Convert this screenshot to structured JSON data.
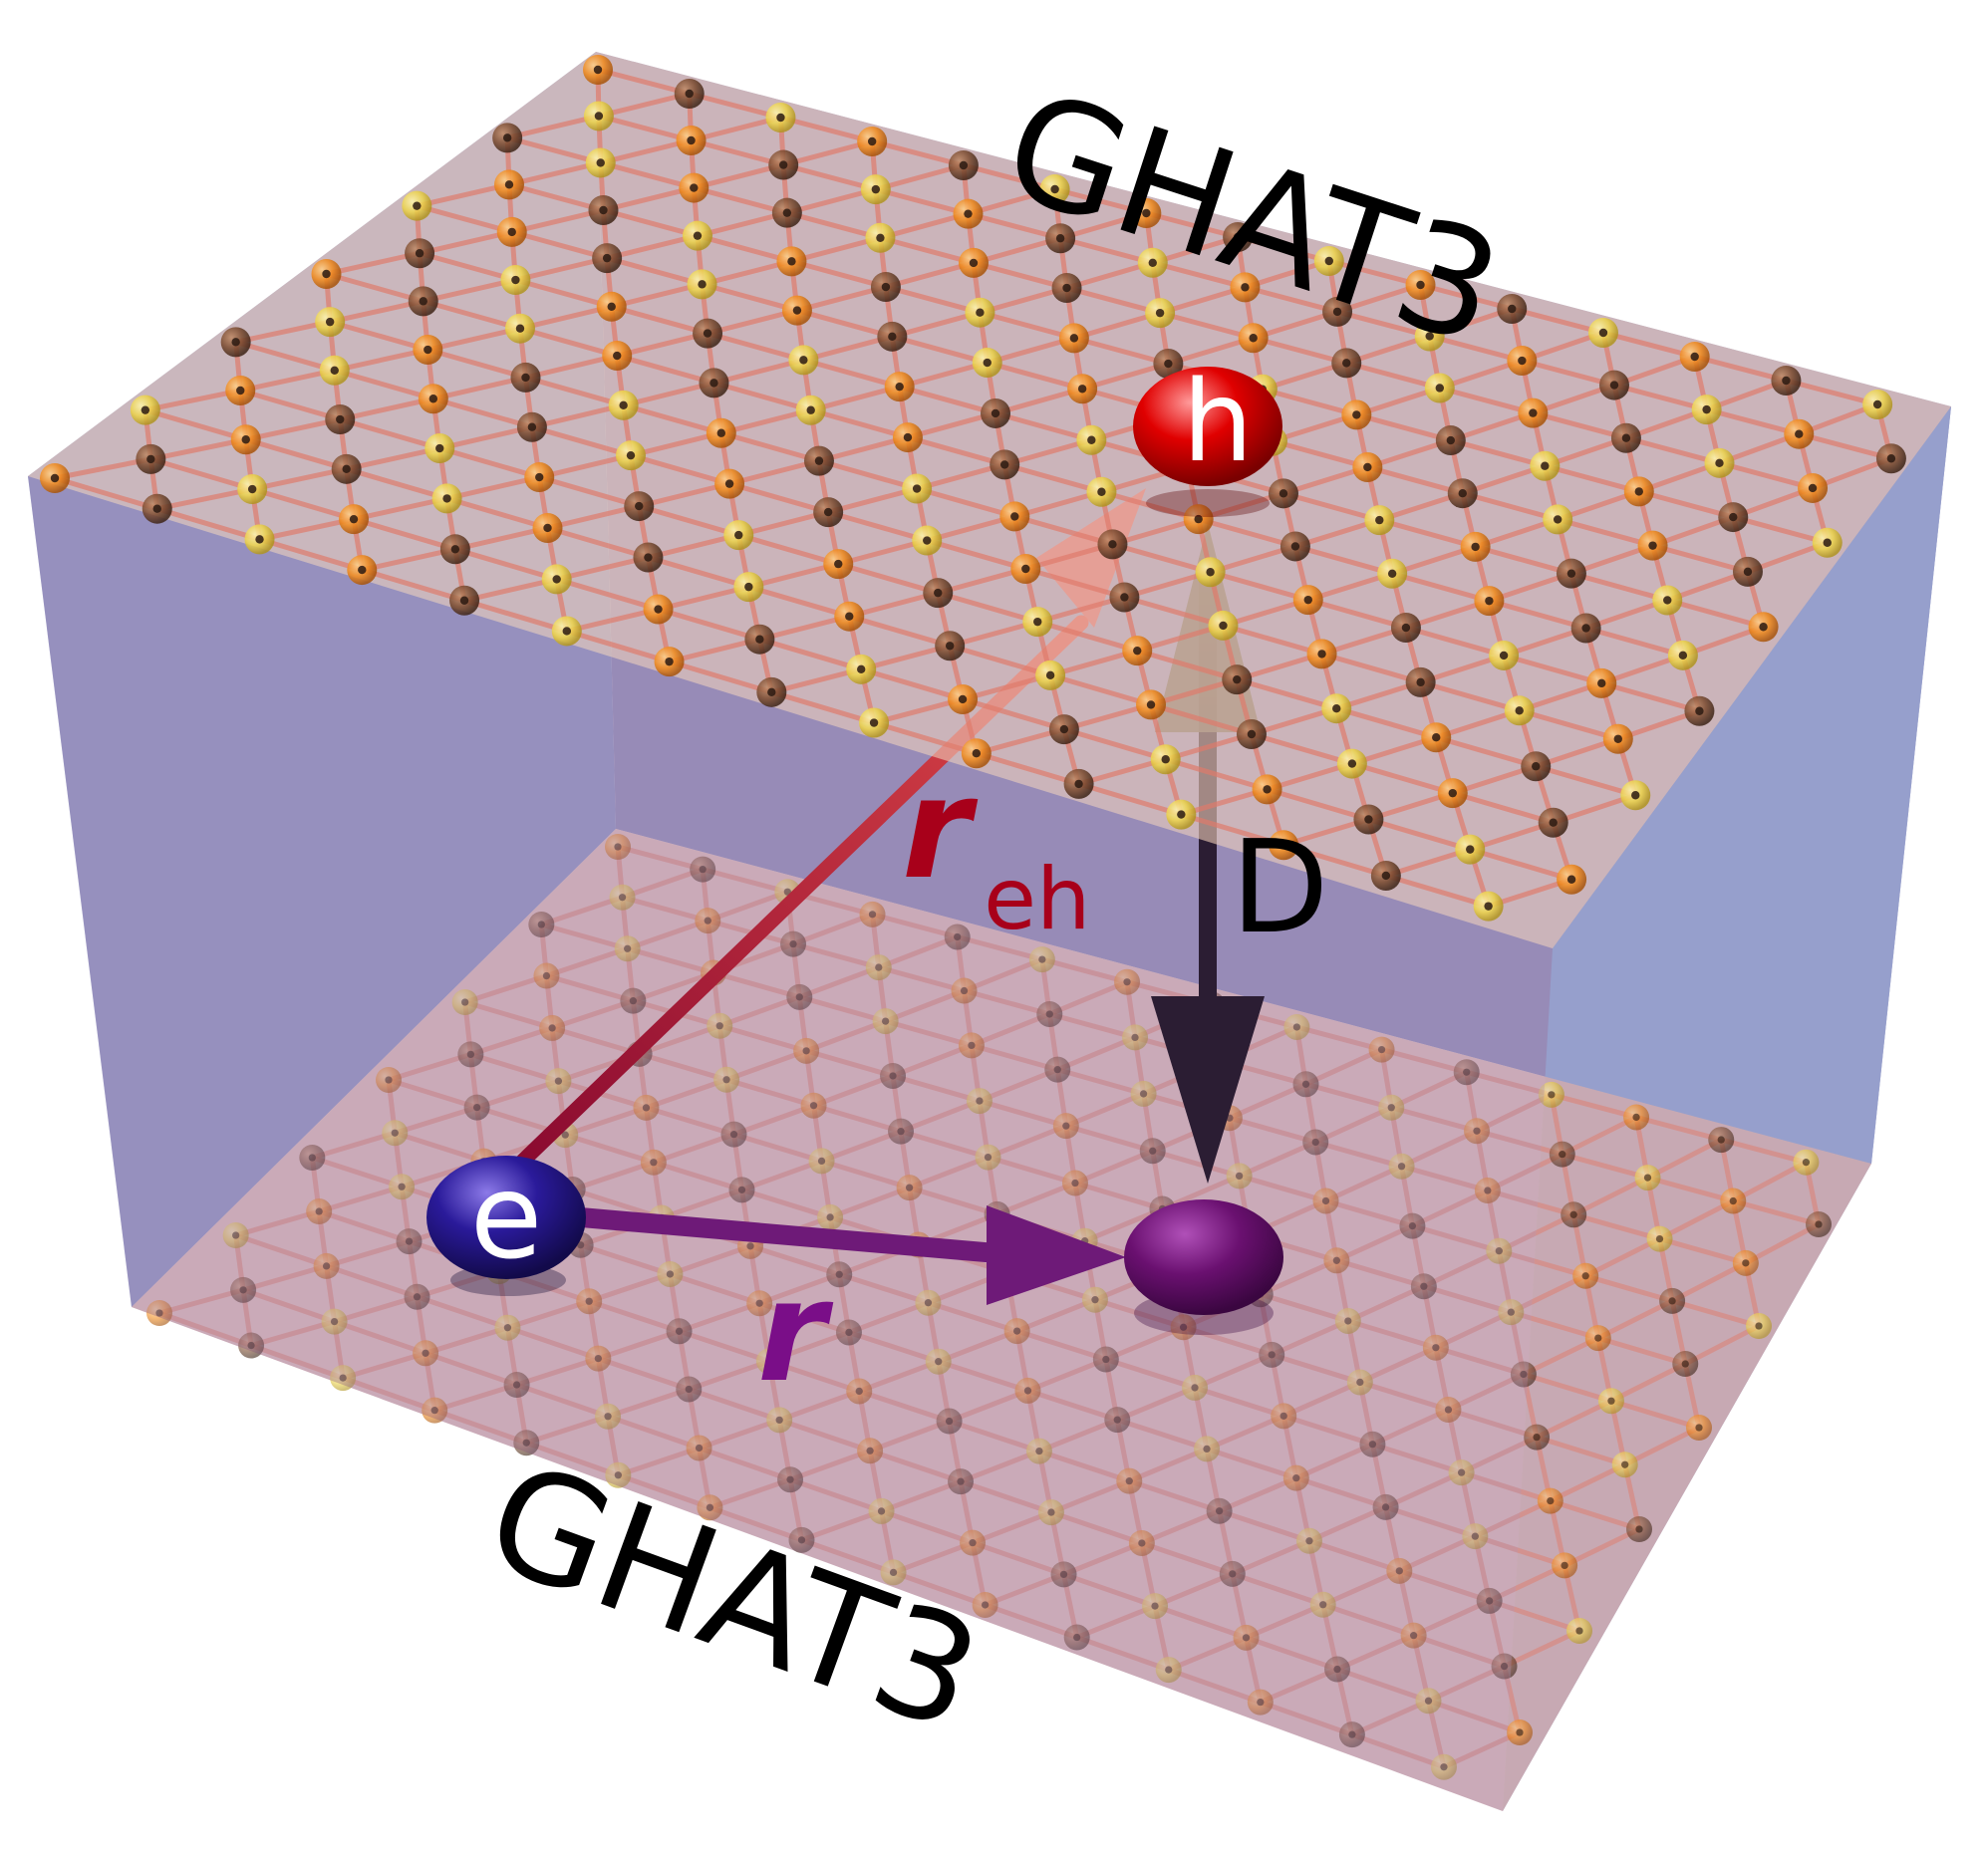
{
  "labels": {
    "top_layer": "GHAT3",
    "bottom_layer": "GHAT3",
    "hole": "h",
    "electron": "e",
    "interlayer_distance": "D",
    "eh_vector_main": "r",
    "eh_vector_sub": "eh",
    "inplane_vector": "r"
  },
  "colors": {
    "box_side": "#8e95c6",
    "layer_fill": "#e8bfae",
    "bond": "#e07a6a",
    "atom_orange": "#f08a1c",
    "atom_yellow": "#ecd34a",
    "atom_brown": "#7a4a2e",
    "hole": "#e00000",
    "electron": "#2a1a9a",
    "eh_arrow": "#9e1030",
    "d_arrow": "#2b1d33",
    "r_arrow": "#6e1a78",
    "projected_sphere": "#6a1070"
  },
  "icons": {
    "atom": "atom-sphere-icon",
    "hole": "hole-sphere-icon",
    "electron": "electron-sphere-icon"
  }
}
